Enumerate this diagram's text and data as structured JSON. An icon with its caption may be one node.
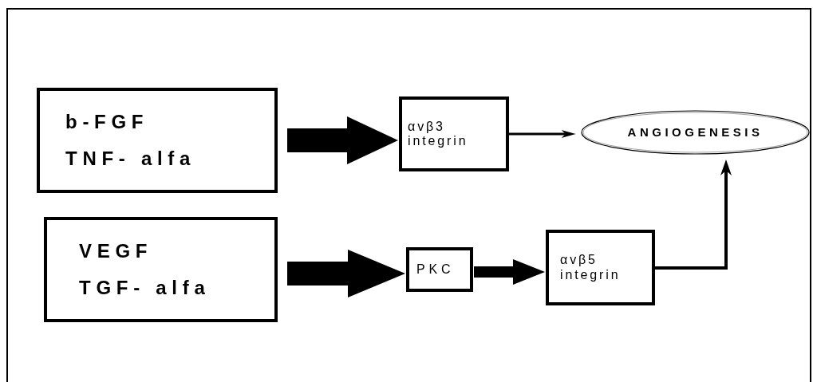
{
  "diagram": {
    "nodes": [
      {
        "text": [
          "b-FGF",
          "TNF- alfa"
        ]
      },
      {
        "text": [
          "VEGF",
          "TGF- alfa"
        ]
      },
      {
        "text": [
          "αvβ3 integrin"
        ]
      },
      {
        "text": [
          "ANGIOGENESIS"
        ]
      },
      {
        "text": [
          "PKC"
        ]
      },
      {
        "text": [
          "αvβ5 integrin"
        ]
      }
    ],
    "edges": [
      {
        "from": 0,
        "to": 2,
        "arrow": "to",
        "style": "thick"
      },
      {
        "from": 2,
        "to": 3,
        "arrow": "to"
      },
      {
        "from": 1,
        "to": 4,
        "arrow": "to",
        "style": "thick"
      },
      {
        "from": 4,
        "to": 5,
        "arrow": "to"
      },
      {
        "from": 5,
        "to": 3,
        "arrow": "to"
      }
    ]
  }
}
